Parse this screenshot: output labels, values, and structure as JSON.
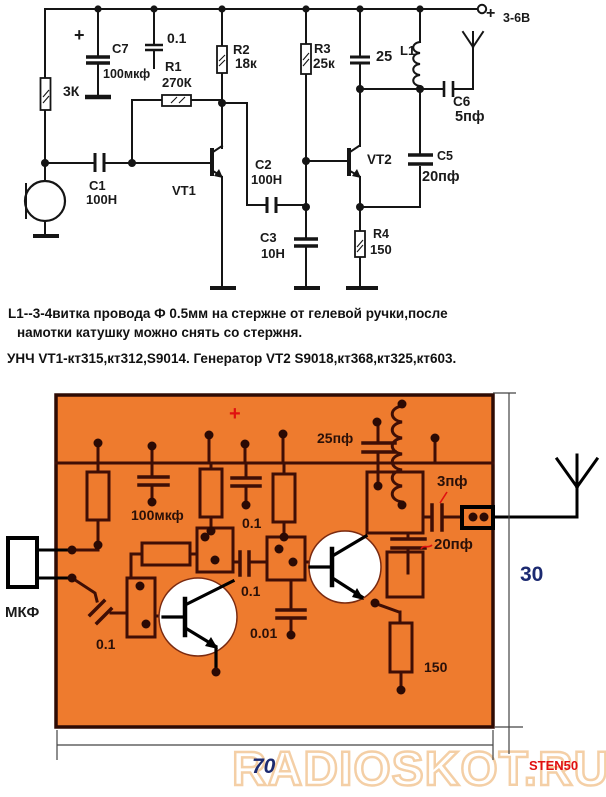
{
  "schematic": {
    "power_plus": "+",
    "power_value": "3-6В",
    "labels": {
      "r_bias": "3К",
      "c7_plus": "+",
      "c7": "C7",
      "c7_value": "100мкф",
      "c_decouple": "0.1",
      "r1": "R1",
      "r1_value": "270К",
      "r2": "R2",
      "r2_value": "18к",
      "c1": "C1",
      "c1_value": "100Н",
      "vt1": "VT1",
      "c2": "C2",
      "c2_value": "100Н",
      "c3": "C3",
      "c3_value": "10Н",
      "r3": "R3",
      "r3_value": "25к",
      "c4_value": "25",
      "l1": "L1",
      "vt2": "VT2",
      "c5": "C5",
      "c5_value": "20пф",
      "c6": "C6",
      "c6_value": "5пф",
      "r4": "R4",
      "r4_value": "150"
    }
  },
  "notes": {
    "line1": "L1--3-4витка провода Ф 0.5мм на стержне от гелевой ручки,после",
    "line2": "намотки катушку можно снять со стержня.",
    "line3": "УНЧ VT1-кт315,кт312,S9014. Генератор  VT2 S9018,кт368,кт325,кт603."
  },
  "pcb": {
    "plus": "+",
    "labels": {
      "c_100mkf": "100мкф",
      "c_decouple": "0.1",
      "c_25pf": "25пф",
      "mic": "МКФ",
      "c_mic": "0.1",
      "c_mid": "0.1",
      "c_001": "0.01",
      "c_3pf": "3пф",
      "c_20pf": "20пф",
      "r_150": "150"
    },
    "dim_width": "70",
    "dim_height": "30"
  },
  "footer": {
    "watermark": "RADIOSKOT.RU",
    "author": "STEN50"
  },
  "colors": {
    "board_orange": "#ee7b2e",
    "trace_maroon": "#3f0e05",
    "accent_red": "#e01010",
    "dimension_navy": "#1c2a70",
    "watermark_peach": "#f4cfa6"
  }
}
